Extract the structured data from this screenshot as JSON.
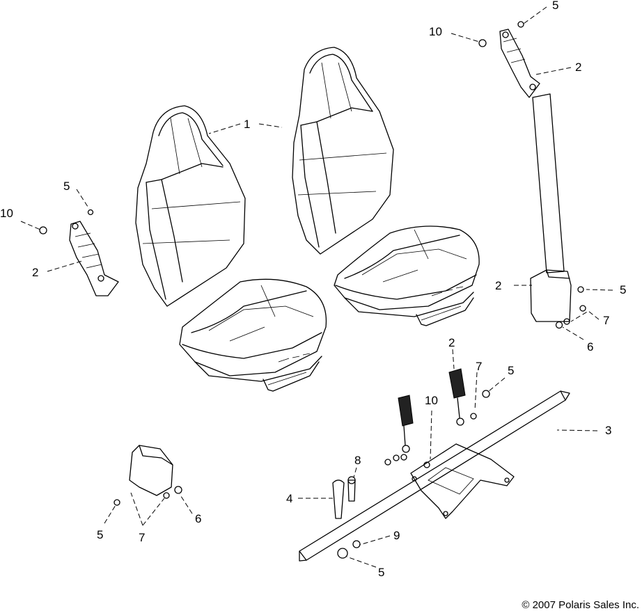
{
  "copyright": "© 2007 Polaris Sales Inc.",
  "callouts": [
    {
      "id": "c1",
      "text": "1"
    },
    {
      "id": "c2a",
      "text": "2"
    },
    {
      "id": "c2b",
      "text": "2"
    },
    {
      "id": "c2c",
      "text": "2"
    },
    {
      "id": "c2d",
      "text": "2"
    },
    {
      "id": "c3",
      "text": "3"
    },
    {
      "id": "c4",
      "text": "4"
    },
    {
      "id": "c5a",
      "text": "5"
    },
    {
      "id": "c5b",
      "text": "5"
    },
    {
      "id": "c5c",
      "text": "5"
    },
    {
      "id": "c5d",
      "text": "5"
    },
    {
      "id": "c5e",
      "text": "5"
    },
    {
      "id": "c5f",
      "text": "5"
    },
    {
      "id": "c6a",
      "text": "6"
    },
    {
      "id": "c6b",
      "text": "6"
    },
    {
      "id": "c7a",
      "text": "7"
    },
    {
      "id": "c7b",
      "text": "7"
    },
    {
      "id": "c7c",
      "text": "7"
    },
    {
      "id": "c8",
      "text": "8"
    },
    {
      "id": "c9",
      "text": "9"
    },
    {
      "id": "c10a",
      "text": "10"
    },
    {
      "id": "c10b",
      "text": "10"
    },
    {
      "id": "c10c",
      "text": "10"
    }
  ]
}
